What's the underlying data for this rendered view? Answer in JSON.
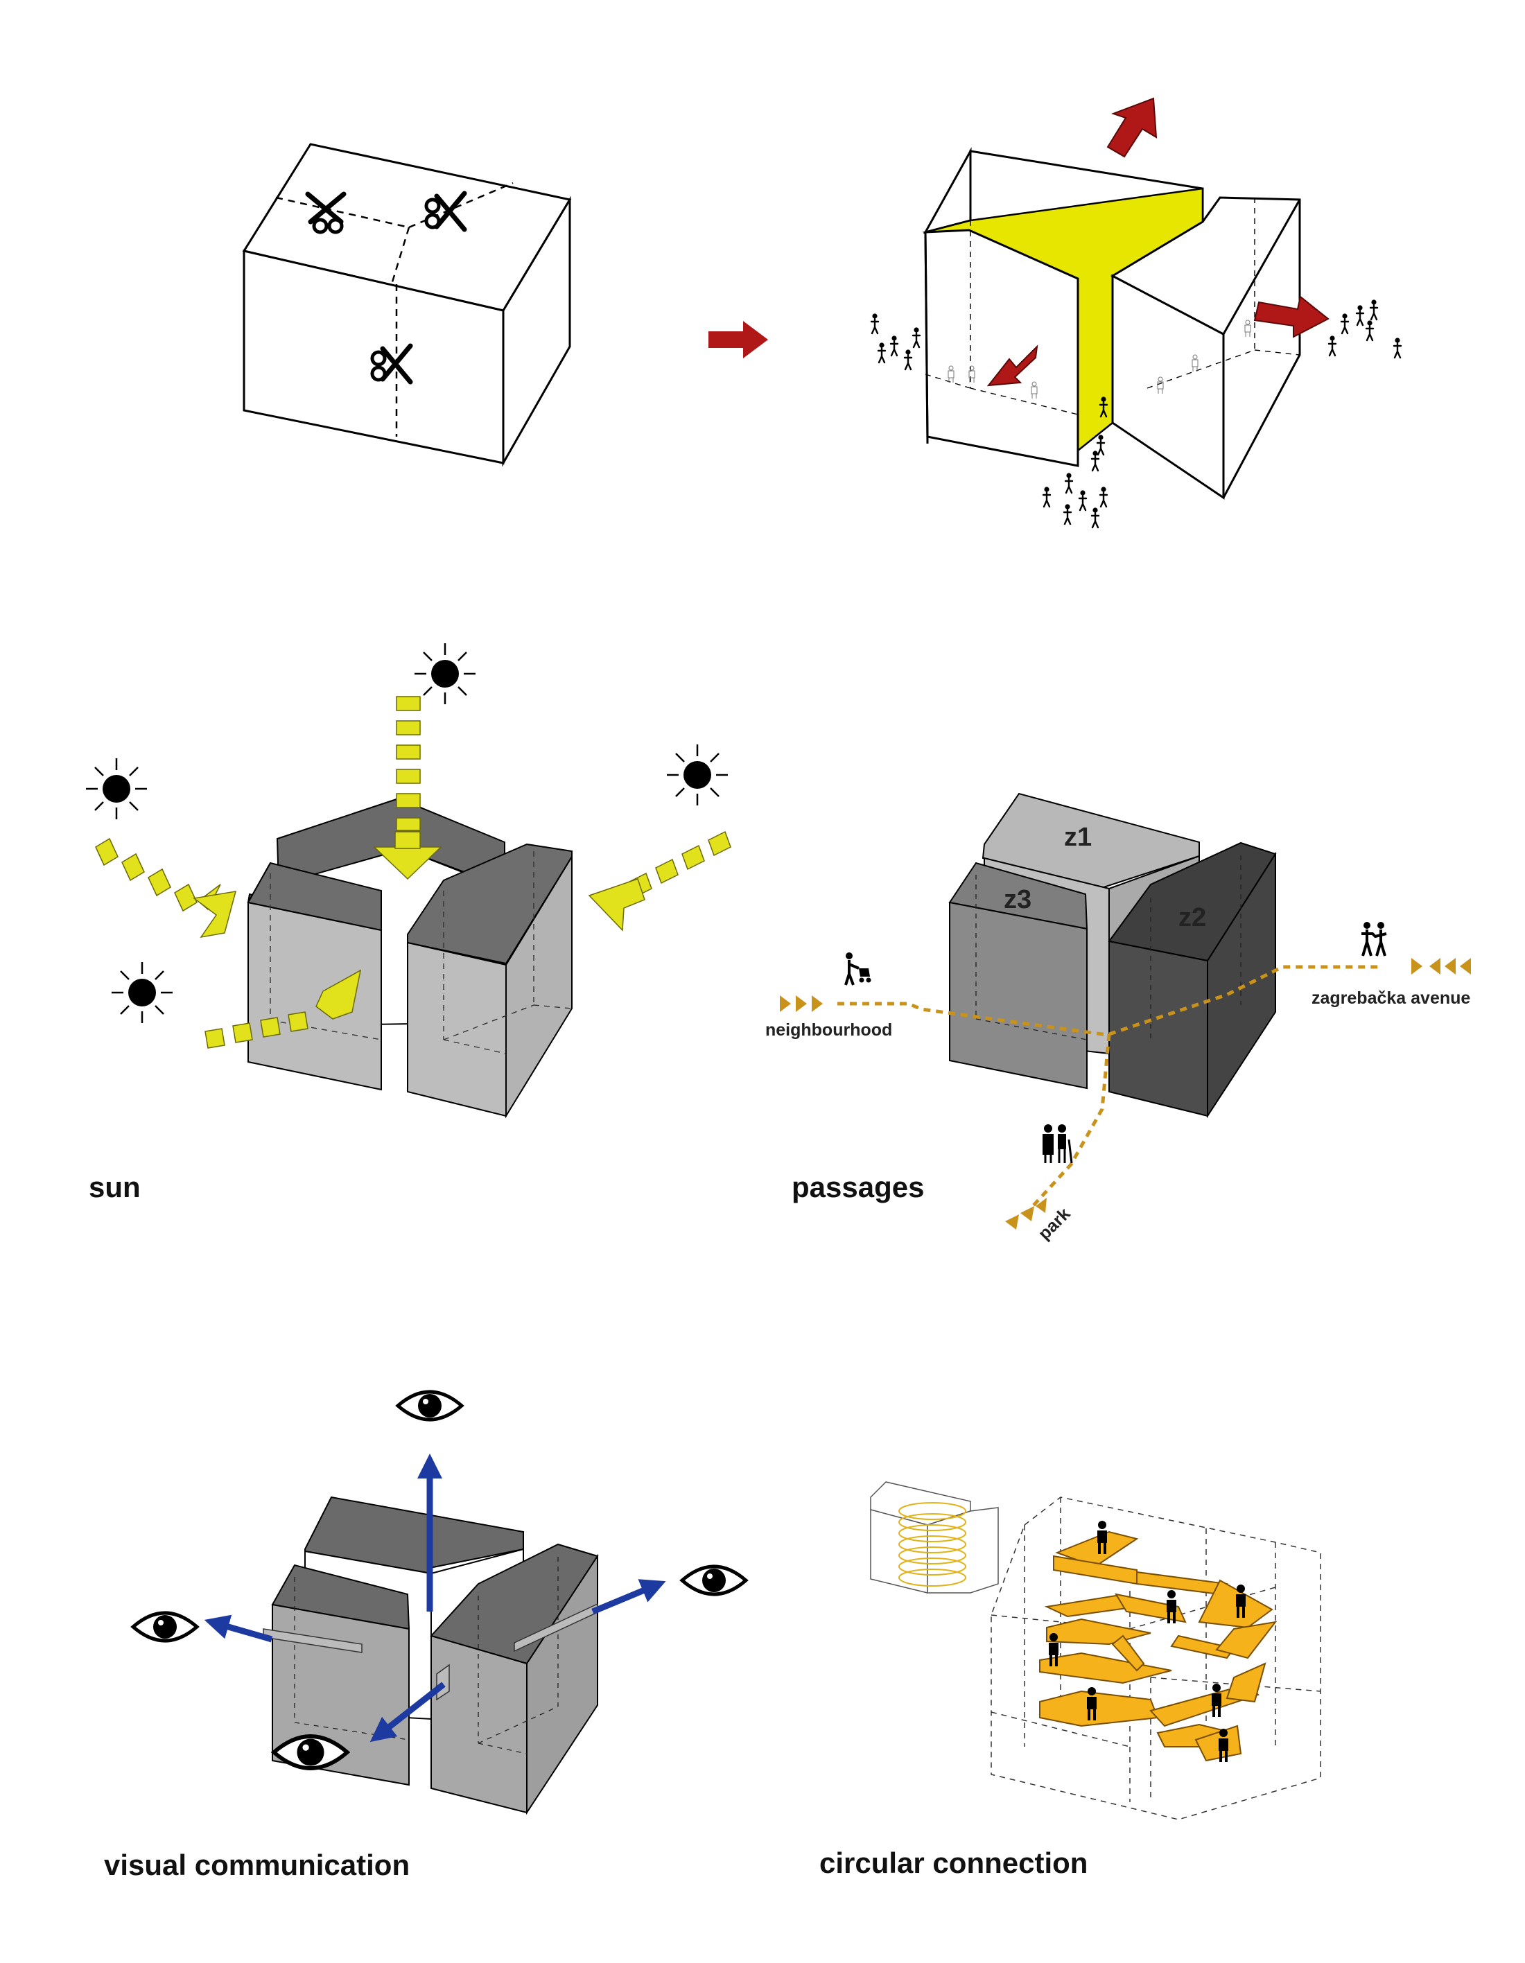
{
  "captions": {
    "sun": "sun",
    "passages": "passages",
    "visual": "visual communication",
    "circular": "circular connection"
  },
  "zones": {
    "z1": "z1",
    "z2": "z2",
    "z3": "z3"
  },
  "passage_labels": {
    "neighbourhood": "neighbourhood",
    "avenue": "zagrebačka avenue",
    "park": "park"
  },
  "colors": {
    "accent_red": "#b01818",
    "accent_yellow": "#e6e600",
    "sun_arrow": "#e2e21c",
    "passage_gold": "#c9921a",
    "floor_orange": "#f5b21a",
    "eye_arrow_blue": "#1d3aa0",
    "block_light": "#b9b9b9",
    "block_mid": "#8a8a8a",
    "block_dark": "#4d4d4d"
  },
  "icons": [
    "scissors-icon",
    "arrow-right-icon",
    "person-icon",
    "sun-icon",
    "stroller-person-icon",
    "couple-icon",
    "elderly-couple-icon",
    "eye-icon",
    "spiral-stair-icon"
  ]
}
